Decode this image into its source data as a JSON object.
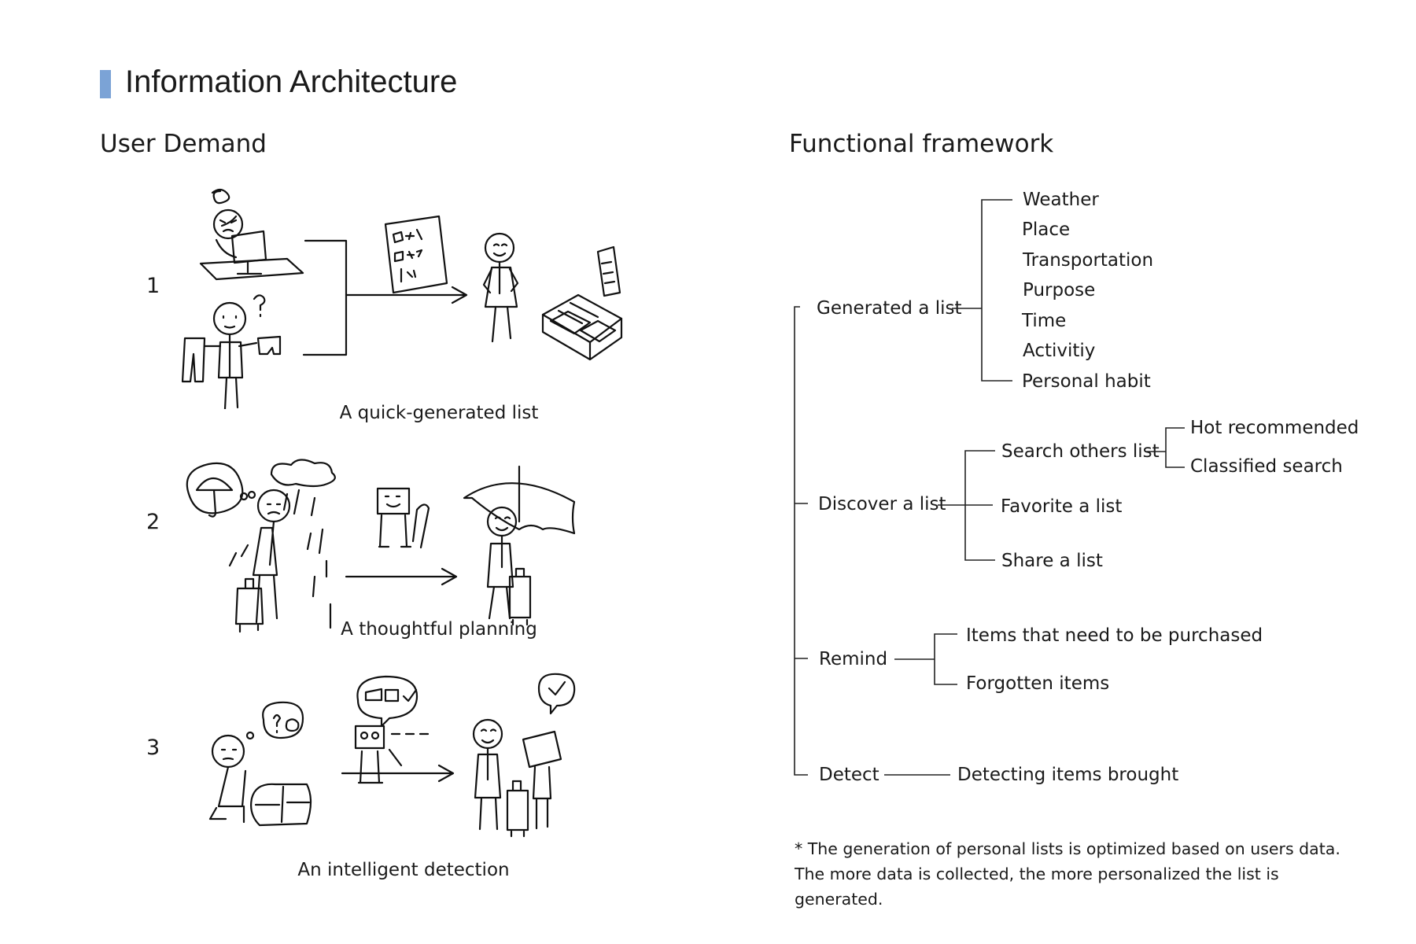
{
  "title": "Information Architecture",
  "user_demand": {
    "heading": "User Demand",
    "scenarios": [
      {
        "number": "1",
        "caption": "A quick-generated list"
      },
      {
        "number": "2",
        "caption": "A thoughtful planning"
      },
      {
        "number": "3",
        "caption": "An intelligent detection"
      }
    ]
  },
  "framework": {
    "heading": "Functional framework",
    "root_children": [
      {
        "label": "Generated a list",
        "children": [
          "Weather",
          "Place",
          "Transportation",
          "Purpose",
          "Time",
          "Activitiy",
          "Personal habit"
        ]
      },
      {
        "label": "Discover a list",
        "children": [
          {
            "label": "Search others list",
            "children": [
              "Hot recommended",
              "Classified search"
            ]
          },
          {
            "label": "Favorite a list"
          },
          {
            "label": "Share a list"
          }
        ]
      },
      {
        "label": "Remind",
        "children": [
          "Items that need to be purchased",
          "Forgotten items"
        ]
      },
      {
        "label": "Detect",
        "children": [
          "Detecting items brought"
        ]
      }
    ],
    "note": "* The generation of personal lists is optimized based on users data. The more data is collected, the more personalized the list is generated."
  }
}
